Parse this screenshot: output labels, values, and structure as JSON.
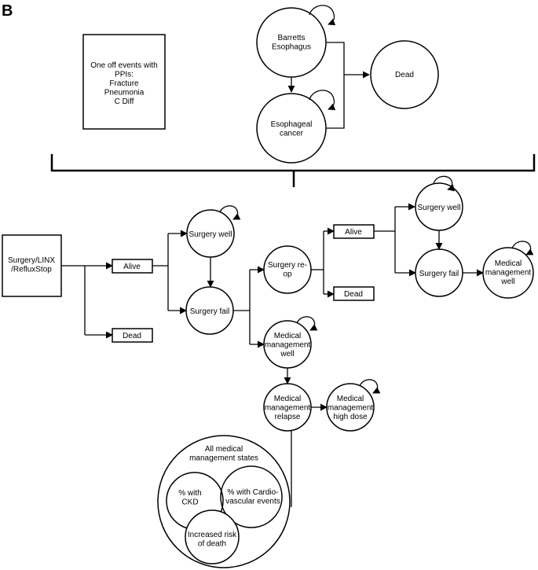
{
  "panel_label": "B",
  "colors": {
    "stroke": "#000000",
    "fill": "#ffffff",
    "text": "#000000"
  },
  "box_oneoff": [
    "One off events with",
    "PPIs:",
    "Fracture",
    "Pneumonia",
    "C Diff"
  ],
  "states": {
    "barretts": [
      "Barretts",
      "Esophagus"
    ],
    "cancer": [
      "Esophageal",
      "cancer"
    ],
    "dead_top": [
      "Dead"
    ],
    "surgery_well_1": [
      "Surgery well"
    ],
    "surgery_fail_1": [
      "Surgery fail"
    ],
    "surgery_reop": [
      "Surgery re-",
      "op"
    ],
    "surgery_well_2": [
      "Surgery well"
    ],
    "surgery_fail_2": [
      "Surgery fail"
    ],
    "medical_well_2": [
      "Medical",
      "management",
      "well"
    ],
    "medical_well_1": [
      "Medical",
      "management",
      "well"
    ],
    "medical_relapse": [
      "Medical",
      "management",
      "relapse"
    ],
    "medical_high_dose": [
      "Medical",
      "management",
      "high dose"
    ]
  },
  "boxes": {
    "start": [
      "Surgery/LINX",
      "/RefluxStop"
    ],
    "alive_1": "Alive",
    "dead_1": "Dead",
    "alive_2": "Alive",
    "dead_2": "Dead"
  },
  "venn": {
    "title": [
      "All medical",
      "management states"
    ],
    "ckd": [
      "% with",
      "CKD"
    ],
    "cardio": [
      "% with Cardio-",
      "vascular events"
    ],
    "death": [
      "Increased risk",
      "of death"
    ]
  }
}
